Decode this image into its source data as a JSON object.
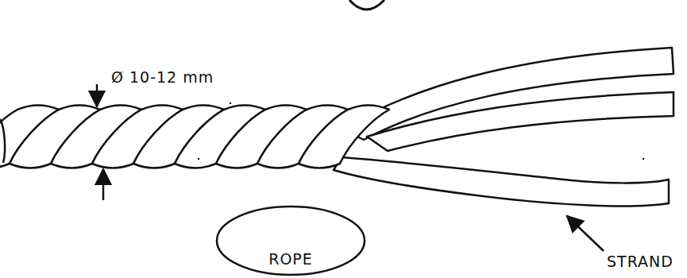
{
  "diagram": {
    "nodes": [
      {
        "text": [
          "ROPE"
        ]
      }
    ],
    "labels": [
      "Ø 10-12 mm",
      "STRAND"
    ]
  }
}
